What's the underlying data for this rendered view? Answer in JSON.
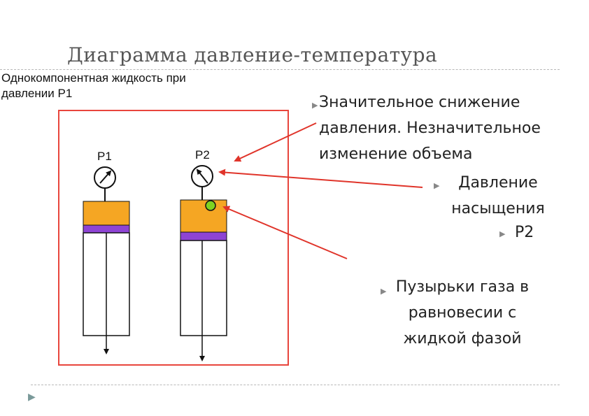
{
  "title": "Диаграмма давление-температура",
  "subtitle": "Однокомпонентная жидкость при давлении P1",
  "gauges": {
    "p1_label": "P1",
    "p2_label": "P2"
  },
  "notes": {
    "pressure_drop": "Значительное снижение давления. Незначительное изменение объема",
    "saturation": "Давление насыщения",
    "p2": "P2",
    "bubbles": "Пузырьки газа в равновесии с жидкой фазой"
  },
  "colors": {
    "frame": "#e8453c",
    "liquid": "#f5a623",
    "piston": "#8e44d4",
    "bubble": "#7ed321",
    "arrow": "#e0342a"
  }
}
